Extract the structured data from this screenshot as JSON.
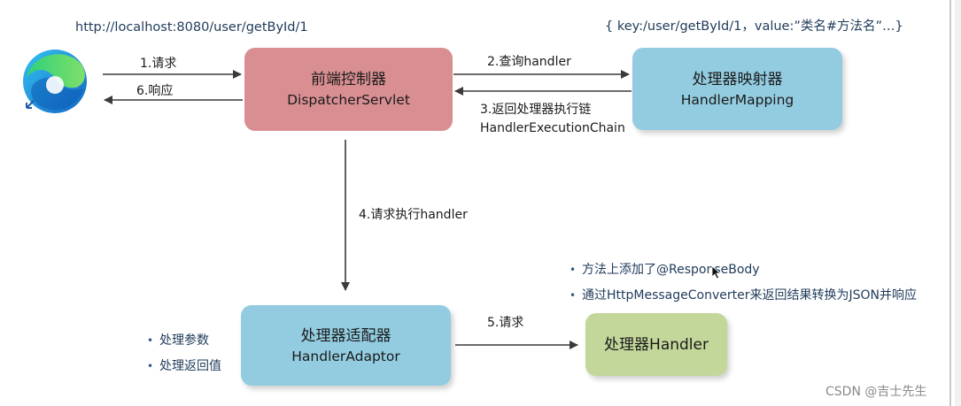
{
  "url_text": "http://localhost:8080/user/getById/1",
  "mapping_note": "{ key:/user/getById/1，value:”类名#方法名”…}",
  "nodes": {
    "dispatcher": {
      "line1": "前端控制器",
      "line2": "DispatcherServlet",
      "color": "#d98f91"
    },
    "mapping": {
      "line1": "处理器映射器",
      "line2": "HandlerMapping",
      "color": "#93cce0"
    },
    "adaptor": {
      "line1": "处理器适配器",
      "line2": "HandlerAdaptor",
      "color": "#93cce0"
    },
    "handler": {
      "line1": "处理器Handler",
      "color": "#c4d79b"
    }
  },
  "edges": {
    "request": "1.请求",
    "query_handler": "2.查询handler",
    "return_chain_1": "3.返回处理器执行链",
    "return_chain_2": "HandlerExecutionChain",
    "execute_handler": "4.请求执行handler",
    "request_handler": "5.请求",
    "response": "6.响应"
  },
  "adaptor_notes": [
    "处理参数",
    "处理返回值"
  ],
  "handler_notes": [
    "方法上添加了@ResponseBody",
    "通过HttpMessageConverter来返回结果转换为JSON并响应"
  ],
  "watermark": "CSDN @吉士先生",
  "icons": {
    "browser": "edge-browser-icon"
  }
}
